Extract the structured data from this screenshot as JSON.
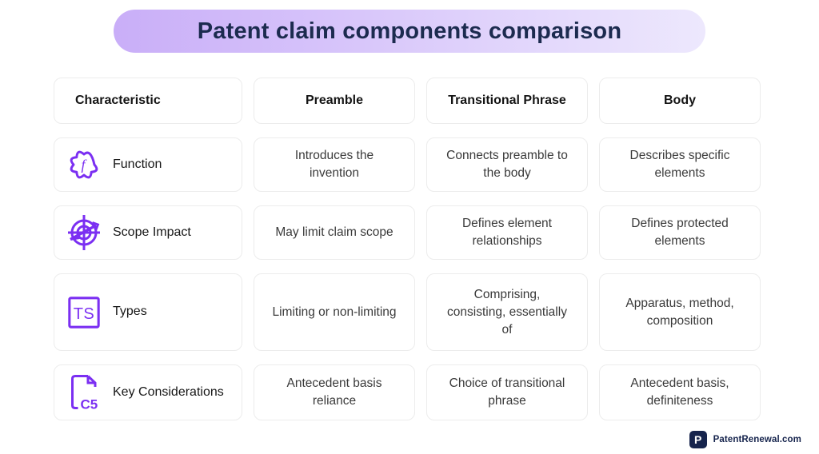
{
  "title": {
    "text": "Patent claim components comparison"
  },
  "table": {
    "headers": [
      "Characteristic",
      "Preamble",
      "Transitional Phrase",
      "Body"
    ],
    "rows": [
      {
        "label": "Function",
        "icon": "function-badge-icon",
        "icon_text": "f",
        "cells": [
          "Introduces the invention",
          "Connects preamble to the body",
          "Describes specific elements"
        ]
      },
      {
        "label": "Scope Impact",
        "icon": "scope-target-icon",
        "icon_text": "",
        "cells": [
          "May limit claim scope",
          "Defines element relationships",
          "Defines protected elements"
        ]
      },
      {
        "label": "Types",
        "icon": "types-ts-square-icon",
        "icon_text": "TS",
        "cells": [
          "Limiting or non-limiting",
          "Comprising, consisting, essentially of",
          "Apparatus, method, composition"
        ]
      },
      {
        "label": "Key Considerations",
        "icon": "document-c5-icon",
        "icon_text": "C5",
        "cells": [
          "Antecedent basis reliance",
          "Choice of transitional phrase",
          "Antecedent basis, definiteness"
        ]
      }
    ]
  },
  "footer": {
    "brand": "PatentRenewal.com",
    "logo_letter": "P"
  },
  "colors": {
    "accent_purple": "#7b2ff2",
    "title_navy": "#1c2b4f",
    "pill_gradient_start": "#c9aef8",
    "pill_gradient_end": "#ede8fd",
    "logo_navy": "#16244d",
    "cell_border": "#ececec",
    "body_text": "#3a3a3a",
    "header_text": "#141414"
  }
}
